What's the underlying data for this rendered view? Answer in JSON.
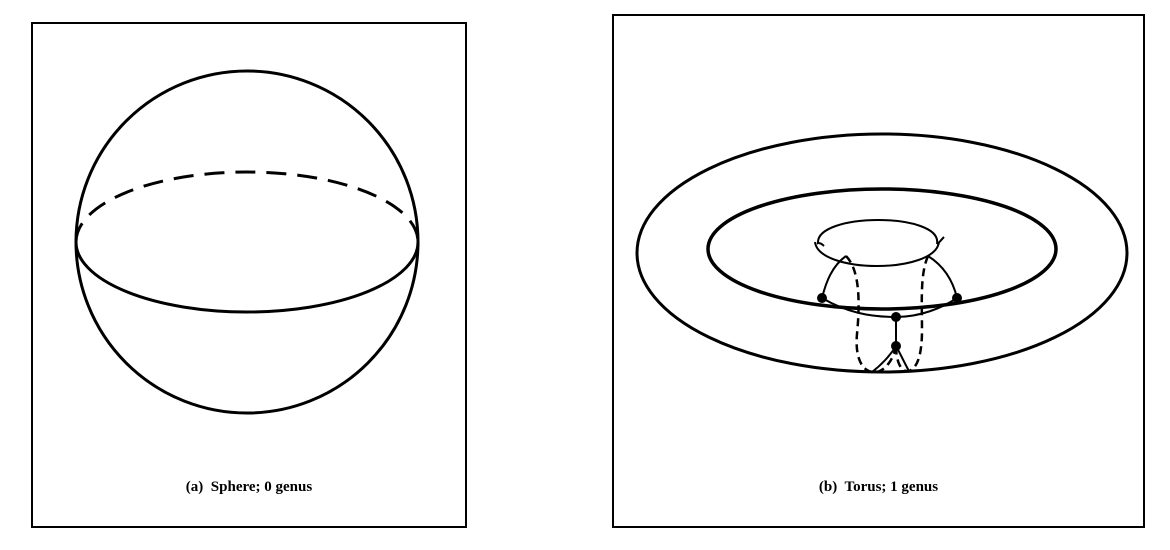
{
  "figure": {
    "panels": [
      {
        "caption": "(a)  Sphere; 0 genus",
        "shape": "sphere"
      },
      {
        "caption": "(b)  Torus; 1 genus",
        "shape": "torus"
      }
    ],
    "stroke_color": "#000000",
    "background_color": "#ffffff"
  }
}
